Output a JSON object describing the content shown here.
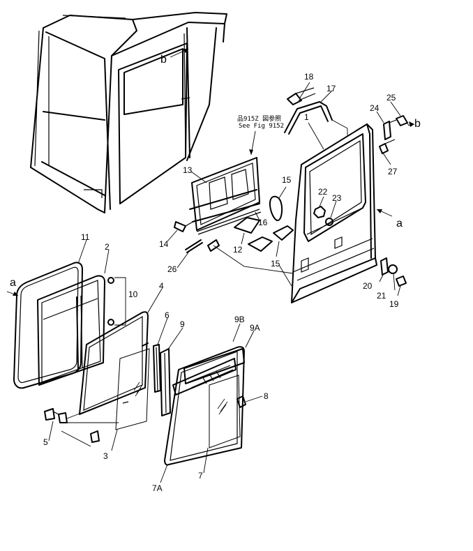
{
  "reference_note": {
    "line1": "品915Z 図参照",
    "line2": "See Fig 9152"
  },
  "part_numbers": {
    "p1": "1",
    "p2": "2",
    "p3": "3",
    "p4": "4",
    "p5": "5",
    "p6": "6",
    "p7": "7",
    "p7A": "7A",
    "p8": "8",
    "p9": "9",
    "p9A": "9A",
    "p9B": "9B",
    "p10": "10",
    "p11": "11",
    "p12": "12",
    "p13": "13",
    "p14": "14",
    "p15a": "15",
    "p15b": "15",
    "p16": "16",
    "p17": "17",
    "p18": "18",
    "p19": "19",
    "p20": "20",
    "p21": "21",
    "p22": "22",
    "p23": "23",
    "p24": "24",
    "p25": "25",
    "p26": "26",
    "p27": "27"
  },
  "view_markers": {
    "a_left": "a",
    "a_right": "a",
    "b_top": "b",
    "b_right": "b"
  }
}
